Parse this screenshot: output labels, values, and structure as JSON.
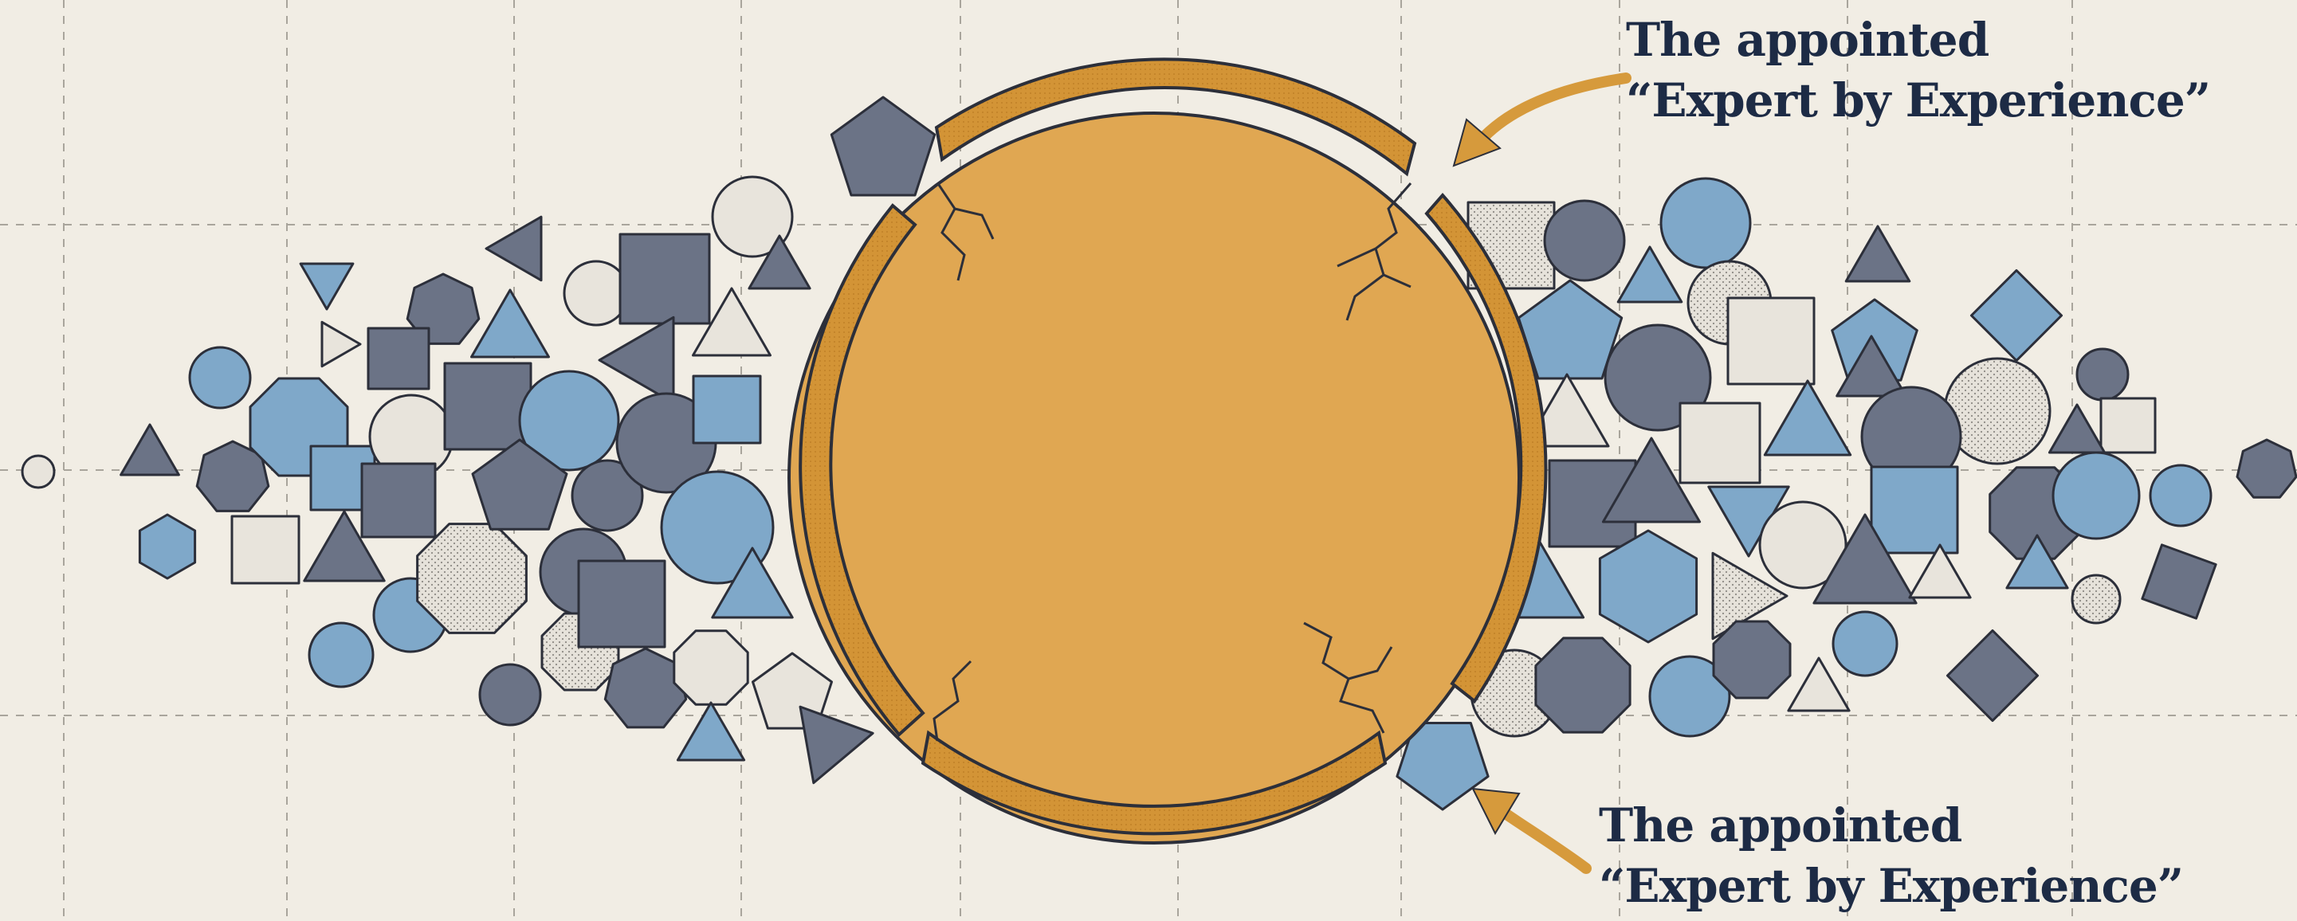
{
  "callouts": {
    "top": {
      "line1": "The appointed",
      "line2": "“Expert by Experience”"
    },
    "bottom": {
      "line1": "The appointed",
      "line2": "“Expert by Experience”"
    }
  },
  "colors": {
    "background": "#f1ede4",
    "grid": "#a9a59c",
    "central_circle": "#e0a752",
    "central_ring": "#d39436",
    "outline": "#2c2f3a",
    "arrow": "#d69a3c",
    "text": "#1d2b45",
    "shape_slate": "#6b7386",
    "shape_blue": "#7fa8c9",
    "shape_light": "#e8e4dc",
    "shape_dotted": "#d9d6cf"
  }
}
